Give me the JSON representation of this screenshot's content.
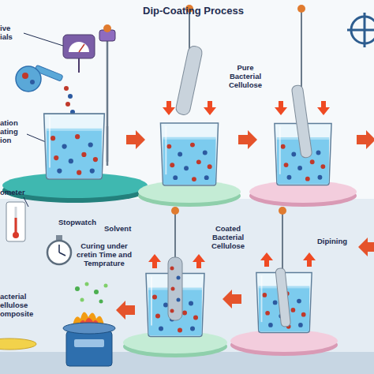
{
  "diagram": {
    "title": "Dip-Coating Process",
    "labels": [
      "ive ials",
      "ation ating ion",
      "Pure Bacterial Cellulose",
      "ometer",
      "Stopwatch",
      "Solvent",
      "Curing under cretin Time and Temprature",
      "Coated Bacterial Cellulose",
      "Dipining",
      "acterial ellulose omposite"
    ]
  }
}
